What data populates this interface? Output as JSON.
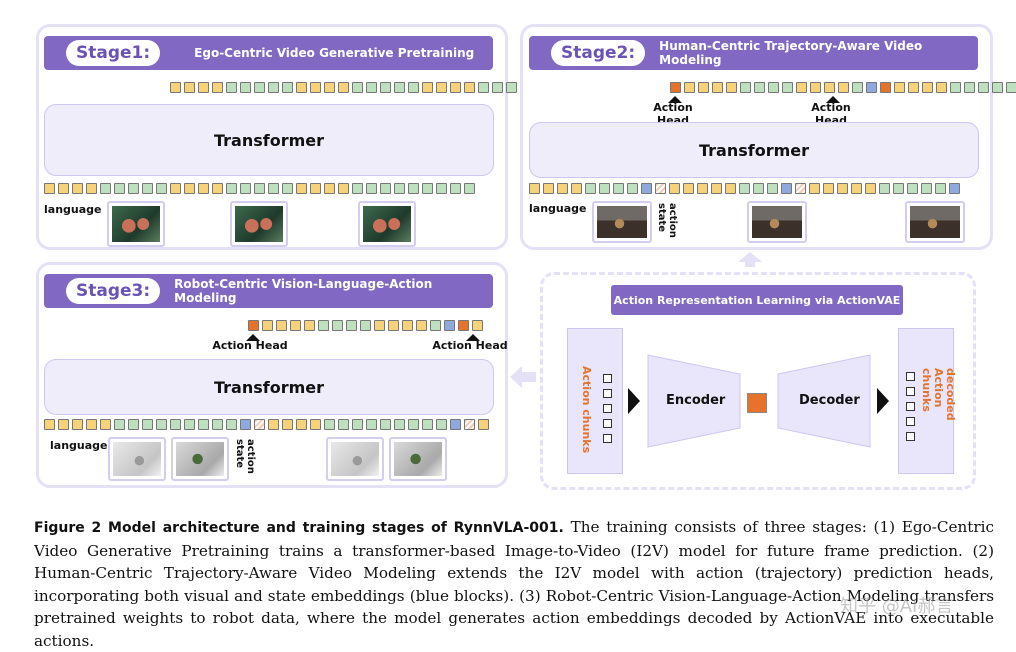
{
  "stage1": {
    "pill": "Stage1:",
    "title": "Ego-Centric Video Generative Pretraining",
    "transformer": "Transformer",
    "language_label": "language",
    "top_tokens": [
      "y",
      "y",
      "y",
      "y",
      "g",
      "g",
      "g",
      "g",
      "g",
      "y",
      "y",
      "y",
      "y",
      "g",
      "g",
      "g",
      "g",
      "g",
      "y",
      "y",
      "y",
      "y",
      "g",
      "g",
      "g",
      "g",
      "g"
    ],
    "bottom_tokens": [
      "y",
      "y",
      "y",
      "y",
      "g",
      "g",
      "g",
      "g",
      "g",
      "y",
      "y",
      "y",
      "y",
      "g",
      "g",
      "g",
      "g",
      "g",
      "y",
      "y",
      "y",
      "y",
      "g",
      "g",
      "g",
      "g",
      "g",
      "g",
      "g",
      "g",
      "g"
    ]
  },
  "stage2": {
    "pill": "Stage2:",
    "title": "Human-Centric Trajectory-Aware Video Modeling",
    "transformer": "Transformer",
    "language_label": "language",
    "state_label": "action state",
    "action_head_1": "Action Head",
    "action_head_2": "Action Head",
    "top_tokens": [
      "o",
      "y",
      "y",
      "y",
      "y",
      "g",
      "g",
      "g",
      "g",
      "y",
      "y",
      "y",
      "y",
      "g",
      "b",
      "o",
      "y",
      "y",
      "y",
      "y",
      "g",
      "g",
      "g",
      "g",
      "g",
      "b"
    ],
    "bottom_tokens": [
      "y",
      "y",
      "y",
      "y",
      "g",
      "g",
      "g",
      "g",
      "b",
      "h",
      "y",
      "y",
      "y",
      "y",
      "y",
      "g",
      "g",
      "g",
      "b",
      "h",
      "y",
      "y",
      "y",
      "y",
      "y",
      "g",
      "g",
      "g",
      "g",
      "g",
      "b"
    ]
  },
  "stage3": {
    "pill": "Stage3:",
    "title": "Robot-Centric Vision-Language-Action Modeling",
    "transformer": "Transformer",
    "language_label": "language",
    "state_label": "action state",
    "action_head_1": "Action Head",
    "action_head_2": "Action Head",
    "top_tokens": [
      "o",
      "y",
      "y",
      "y",
      "y",
      "g",
      "g",
      "g",
      "g",
      "y",
      "y",
      "y",
      "y",
      "g",
      "b",
      "o",
      "y"
    ],
    "bottom_tokens": [
      "y",
      "y",
      "y",
      "y",
      "y",
      "g",
      "g",
      "g",
      "g",
      "g",
      "g",
      "g",
      "g",
      "g",
      "b",
      "h",
      "y",
      "y",
      "y",
      "y",
      "g",
      "g",
      "g",
      "g",
      "g",
      "g",
      "g",
      "g",
      "g",
      "b",
      "h",
      "y"
    ]
  },
  "vae": {
    "title": "Action Representation Learning via ActionVAE",
    "input_label": "Action chunks",
    "encoder": "Encoder",
    "decoder": "Decoder",
    "output_label": "decoded Action chunks"
  },
  "caption": {
    "prefix": "Figure 2  Model architecture and training stages of RynnVLA-001.",
    "body": " The training consists of three stages: (1) Ego-Centric Video Generative Pretraining trains a transformer-based Image-to-Video (I2V) model for future frame prediction. (2) Human-Centric Trajectory-Aware Video Modeling extends the I2V model with action (trajectory) prediction heads, incorporating both visual and state embeddings (blue blocks). (3) Robot-Centric Vision-Language-Action Modeling transfers pretrained weights to robot data, where the model generates action embeddings decoded by ActionVAE into executable actions."
  },
  "watermark": "知乎 @AI郝言",
  "colors": {
    "purple": "#8068c3",
    "orange": "#e6732c",
    "yellow_token": "#f6d37a",
    "green_token": "#bfe0bf",
    "blue_token": "#8fa9dd"
  }
}
